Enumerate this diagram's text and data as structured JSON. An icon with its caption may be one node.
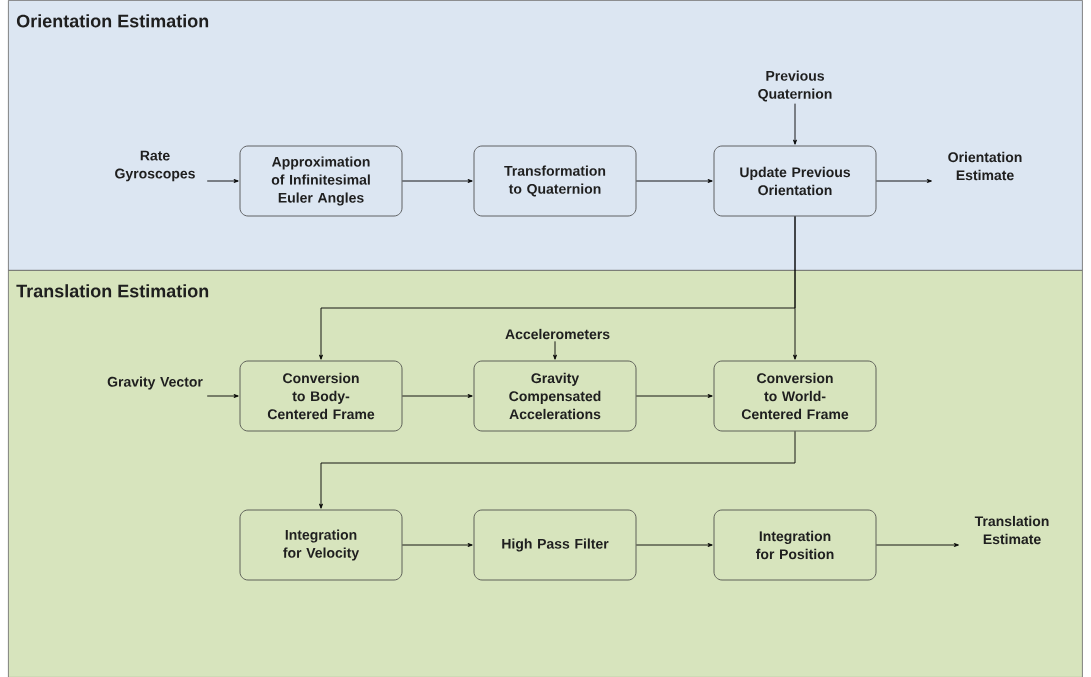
{
  "diagram": {
    "nodes": [
      {
        "text": [
          "Orientation Estimation"
        ]
      },
      {
        "text": [
          "Translation Estimation"
        ]
      },
      {
        "text": [
          "Rate Gyroscopes"
        ],
        "in": 0
      },
      {
        "text": [
          "Approximation of Infinitesimal Euler Angles"
        ],
        "in": 0
      },
      {
        "text": [
          "Transformation to Quaternion"
        ],
        "in": 0
      },
      {
        "text": [
          "Previous Quaternion"
        ],
        "in": 0
      },
      {
        "text": [
          "Update Previous Orientation"
        ],
        "in": 0
      },
      {
        "text": [
          "Orientation Estimate"
        ],
        "in": 0
      },
      {
        "text": [
          "Gravity Vector"
        ],
        "in": 1
      },
      {
        "text": [
          "Conversion to Body-Centered Frame"
        ],
        "in": 1
      },
      {
        "text": [
          "Accelerometers"
        ],
        "in": 1
      },
      {
        "text": [
          "Gravity Compensated Accelerations"
        ],
        "in": 1
      },
      {
        "text": [
          "Conversion to World-Centered Frame"
        ],
        "in": 1
      },
      {
        "text": [
          "Integration for Velocity"
        ],
        "in": 1
      },
      {
        "text": [
          "High Pass Filter"
        ],
        "in": 1
      },
      {
        "text": [
          "Integration for Position"
        ],
        "in": 1
      },
      {
        "text": [
          "Translation Estimate"
        ],
        "in": 1
      }
    ],
    "edges": [
      {
        "from": 2,
        "to": 3,
        "arrow": "to"
      },
      {
        "from": 3,
        "to": 4,
        "arrow": "to"
      },
      {
        "from": 4,
        "to": 6,
        "arrow": "to"
      },
      {
        "from": 5,
        "to": 6,
        "arrow": "to"
      },
      {
        "from": 6,
        "to": 7,
        "arrow": "to"
      },
      {
        "from": 6,
        "to": 9,
        "arrow": "to"
      },
      {
        "from": 6,
        "to": 12,
        "arrow": "to"
      },
      {
        "from": 8,
        "to": 9,
        "arrow": "to"
      },
      {
        "from": 10,
        "to": 11,
        "arrow": "to"
      },
      {
        "from": 9,
        "to": 11,
        "arrow": "to"
      },
      {
        "from": 11,
        "to": 12,
        "arrow": "to"
      },
      {
        "from": 12,
        "to": 13,
        "arrow": "to"
      },
      {
        "from": 13,
        "to": 14,
        "arrow": "to"
      },
      {
        "from": 14,
        "to": 15,
        "arrow": "to"
      },
      {
        "from": 15,
        "to": 16,
        "arrow": "to"
      }
    ]
  }
}
